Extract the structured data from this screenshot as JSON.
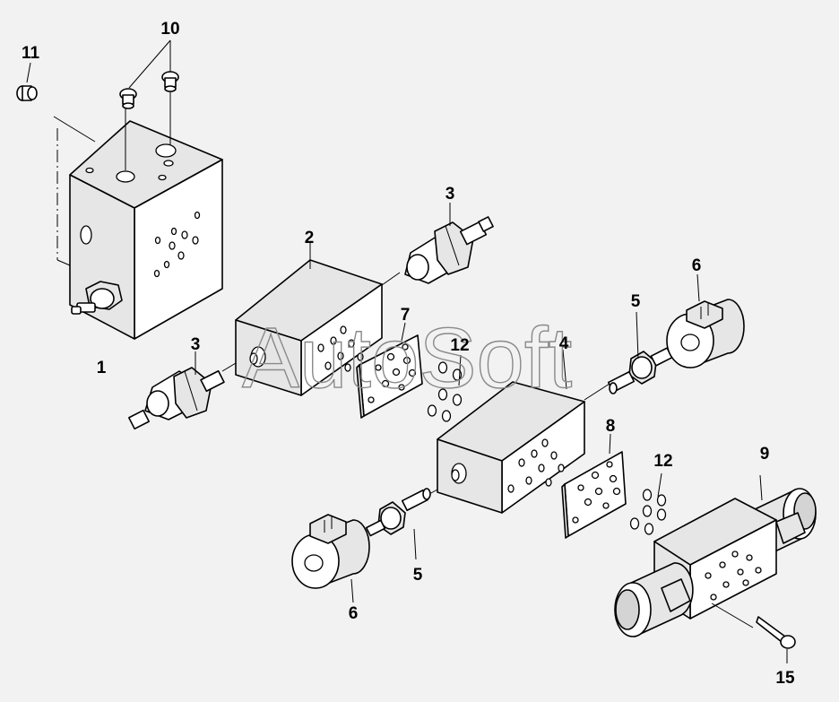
{
  "watermark": "AutoSoft",
  "callouts": {
    "c1": "1",
    "c2": "2",
    "c3a": "3",
    "c3b": "3",
    "c4": "4",
    "c5a": "5",
    "c5b": "5",
    "c6a": "6",
    "c6b": "6",
    "c7": "7",
    "c8": "8",
    "c9": "9",
    "c10": "10",
    "c11": "11",
    "c12a": "12",
    "c12b": "12",
    "c15": "15"
  }
}
